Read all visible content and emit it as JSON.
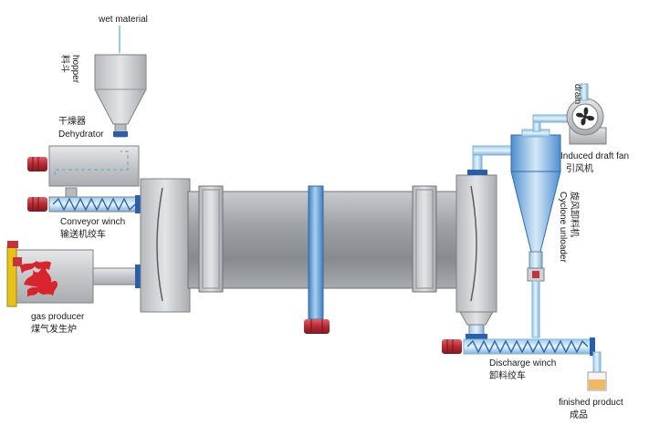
{
  "labels": {
    "wet_material": "wet material",
    "hopper_en": "hopper",
    "hopper_cn": "料斗",
    "dehydrator_cn": "干燥器",
    "dehydrator_en": "Dehydrator",
    "conveyor_en": "Conveyor winch",
    "conveyor_cn": "输送机绞车",
    "gas_en": "gas producer",
    "gas_cn": "煤气发生炉",
    "drain": "drain",
    "fan_en": "Induced draft fan",
    "fan_cn": "引风机",
    "cyclone_cn": "旋风卸料机",
    "cyclone_en": "Cyclone unloader",
    "discharge_en": "Discharge winch",
    "discharge_cn": "卸料绞车",
    "finished_en": "finished product",
    "finished_cn": "成品"
  },
  "icons": [
    "fan-icon",
    "flame-icon",
    "motor-icon"
  ],
  "colors": {
    "steel_light": "#d8dadd",
    "steel_dark": "#8a8d92",
    "pipe_blue": "#6aa6d8",
    "motor_red": "#c4343a",
    "flame_red": "#d8242c",
    "gas_yellow": "#e6c21a"
  }
}
